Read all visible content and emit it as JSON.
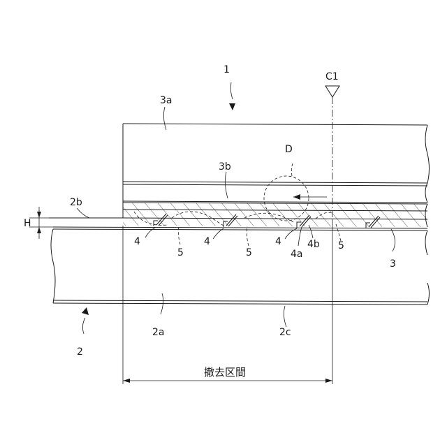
{
  "labels": {
    "ref_1": "1",
    "ref_2": "2",
    "ref_2a": "2a",
    "ref_2b": "2b",
    "ref_2c": "2c",
    "ref_3": "3",
    "ref_3a": "3a",
    "ref_3b": "3b",
    "ref_4_first": "4",
    "ref_4_second": "4",
    "ref_4_third": "4",
    "ref_4a": "4a",
    "ref_4b": "4b",
    "ref_5_first": "5",
    "ref_5_second": "5",
    "ref_5_third": "5",
    "ref_c1": "C1",
    "ref_d": "D",
    "ref_h": "H",
    "removal_section": "撤去区間"
  }
}
